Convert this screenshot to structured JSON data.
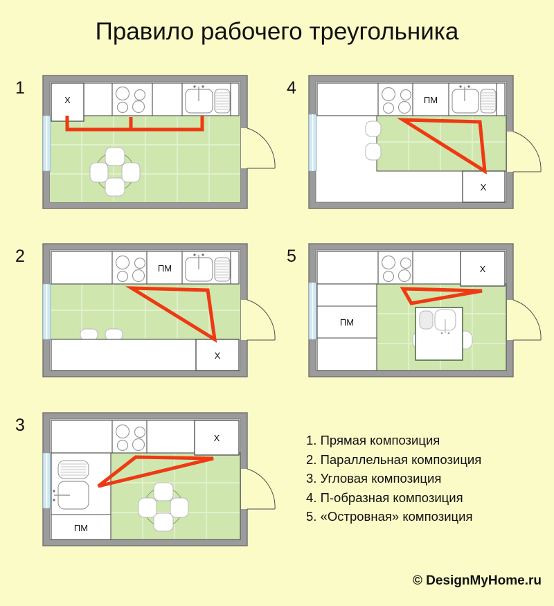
{
  "page": {
    "title": "Правило рабочего треугольника",
    "background_color": "#fbfbc8",
    "footer": "© DesignMyHome.ru"
  },
  "palette": {
    "wall": "#9b9b9b",
    "wall_outline": "#6f6f6f",
    "floor_tile": "#cfe7ae",
    "floor_grid": "#e8f3d6",
    "cabinet_fill": "#ffffff",
    "cabinet_outline": "#4a4a4a",
    "triangle_red": "#ee3a14",
    "window_blue": "#cfe8f2",
    "fixture_outline": "#9a9a9a",
    "door_fill": "#fbfbc8",
    "text": "#111111"
  },
  "labels": {
    "fridge": "Х",
    "dishwasher": "ПМ"
  },
  "plans": [
    {
      "number": "1",
      "name": "straight-composition-plan",
      "legend_key": "1",
      "appliances": [
        "fridge",
        "stove",
        "sink"
      ],
      "features": [
        "round-dining-table",
        "four-chairs",
        "window-left",
        "door-right"
      ],
      "triangle_kind": "bracket"
    },
    {
      "number": "2",
      "name": "parallel-composition-plan",
      "legend_key": "2",
      "appliances": [
        "stove",
        "dishwasher",
        "sink",
        "fridge"
      ],
      "features": [
        "two-stools",
        "lower-counter-run",
        "window-left",
        "door-right"
      ],
      "triangle_kind": "triangle"
    },
    {
      "number": "3",
      "name": "corner-composition-plan",
      "legend_key": "3",
      "appliances": [
        "stove",
        "fridge",
        "sink-left-wall",
        "dishwasher"
      ],
      "features": [
        "round-dining-table",
        "four-chairs",
        "window-left",
        "door-right"
      ],
      "triangle_kind": "triangle"
    },
    {
      "number": "4",
      "name": "u-shaped-composition-plan",
      "legend_key": "4",
      "appliances": [
        "stove",
        "dishwasher",
        "sink",
        "fridge"
      ],
      "features": [
        "two-stools",
        "peninsula",
        "window-left",
        "door-right"
      ],
      "triangle_kind": "triangle"
    },
    {
      "number": "5",
      "name": "island-composition-plan",
      "legend_key": "5",
      "appliances": [
        "stove",
        "fridge",
        "dishwasher",
        "island-sink"
      ],
      "features": [
        "kitchen-island",
        "island-seating",
        "window-left",
        "door-right"
      ],
      "triangle_kind": "triangle"
    }
  ],
  "legend": {
    "items": [
      "1. Прямая композиция",
      "2. Параллельная композиция",
      "3. Угловая композиция",
      "4. П-образная композиция",
      "5. «Островная» композиция"
    ]
  }
}
